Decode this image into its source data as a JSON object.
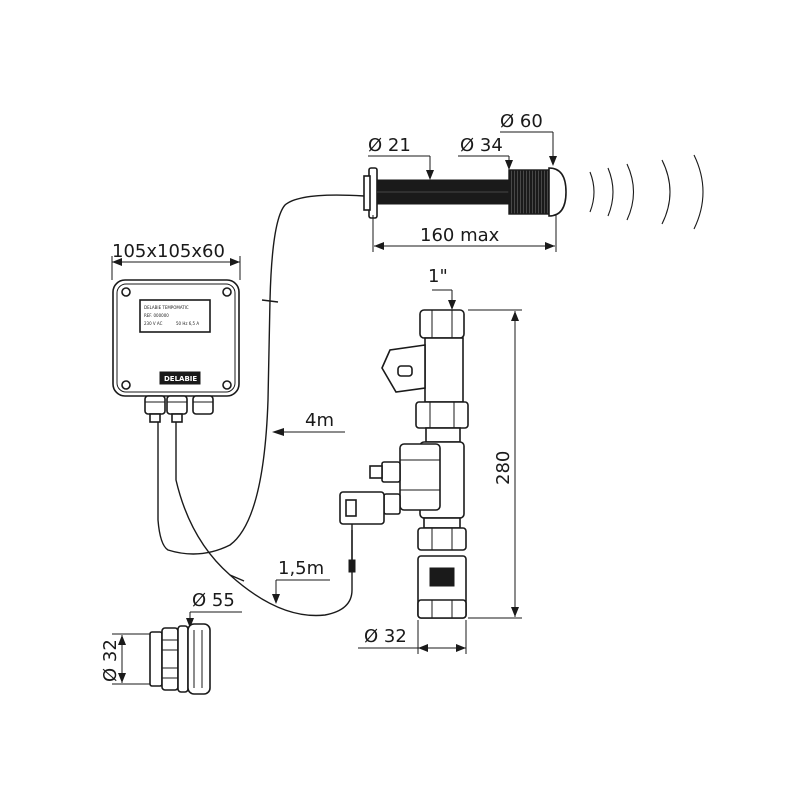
{
  "labels": {
    "box_size": "105x105x60",
    "sensor_d21": "Ø 21",
    "sensor_d34": "Ø 34",
    "sensor_d60": "Ø 60",
    "sensor_length": "160 max",
    "cable_4m": "4m",
    "cable_1_5m": "1,5m",
    "valve_inlet": "1\"",
    "valve_height": "280",
    "valve_d32": "Ø 32",
    "plug_d55": "Ø 55",
    "plug_d32": "Ø 32"
  },
  "box_print": {
    "brand": "DELABIE",
    "line1": "DELABIE  TEMPOMATIC",
    "line2": "REF. 000000",
    "line3": "230 V AC",
    "line4": "50 Hz   6,5 A"
  },
  "colors": {
    "line": "#1a1a1a",
    "fill": "#ffffff"
  }
}
